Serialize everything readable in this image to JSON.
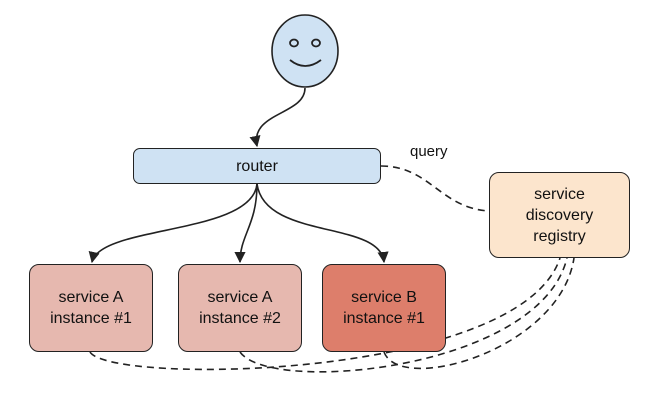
{
  "diagram": {
    "user": {
      "icon": "smiley-face-icon"
    },
    "router": {
      "label": "router"
    },
    "registry": {
      "line1": "service",
      "line2": "discovery",
      "line3": "registry"
    },
    "services": [
      {
        "line1": "service A",
        "line2": "instance #1"
      },
      {
        "line1": "service A",
        "line2": "instance #2"
      },
      {
        "line1": "service B",
        "line2": "instance #1"
      }
    ],
    "query_label": "query",
    "colors": {
      "router": "#cfe2f3",
      "registry": "#fce5cd",
      "service_a": "#e6b8af",
      "service_b": "#dd7e6b",
      "user_face": "#cfe2f3"
    }
  }
}
